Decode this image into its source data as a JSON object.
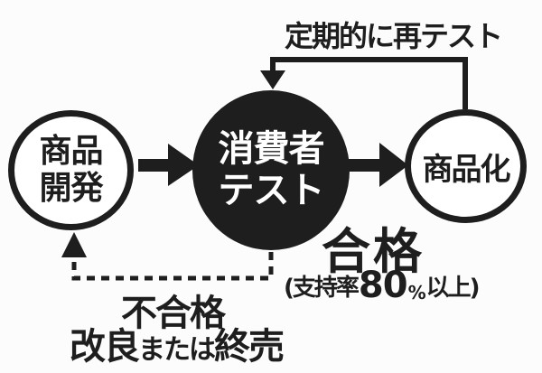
{
  "diagram": {
    "retest_label": "定期的に再テスト",
    "nodes": {
      "development": {
        "label": "商品\n開発"
      },
      "consumer_test": {
        "label": "消費者\nテスト"
      },
      "commercialization": {
        "label": "商品化"
      }
    },
    "pass": {
      "label": "合格",
      "note_open": "(支持率",
      "note_value": "80",
      "note_percent": "%",
      "note_close": "以上)"
    },
    "fail": {
      "label": "不合格",
      "action_improve": "改良",
      "action_or": "または",
      "action_end": "終売"
    },
    "colors": {
      "ink": "#1e1e1e",
      "background": "#fcfcfc",
      "node_fill": "#ffffff",
      "test_fill": "#1e1e1e",
      "test_text": "#ffffff"
    }
  }
}
